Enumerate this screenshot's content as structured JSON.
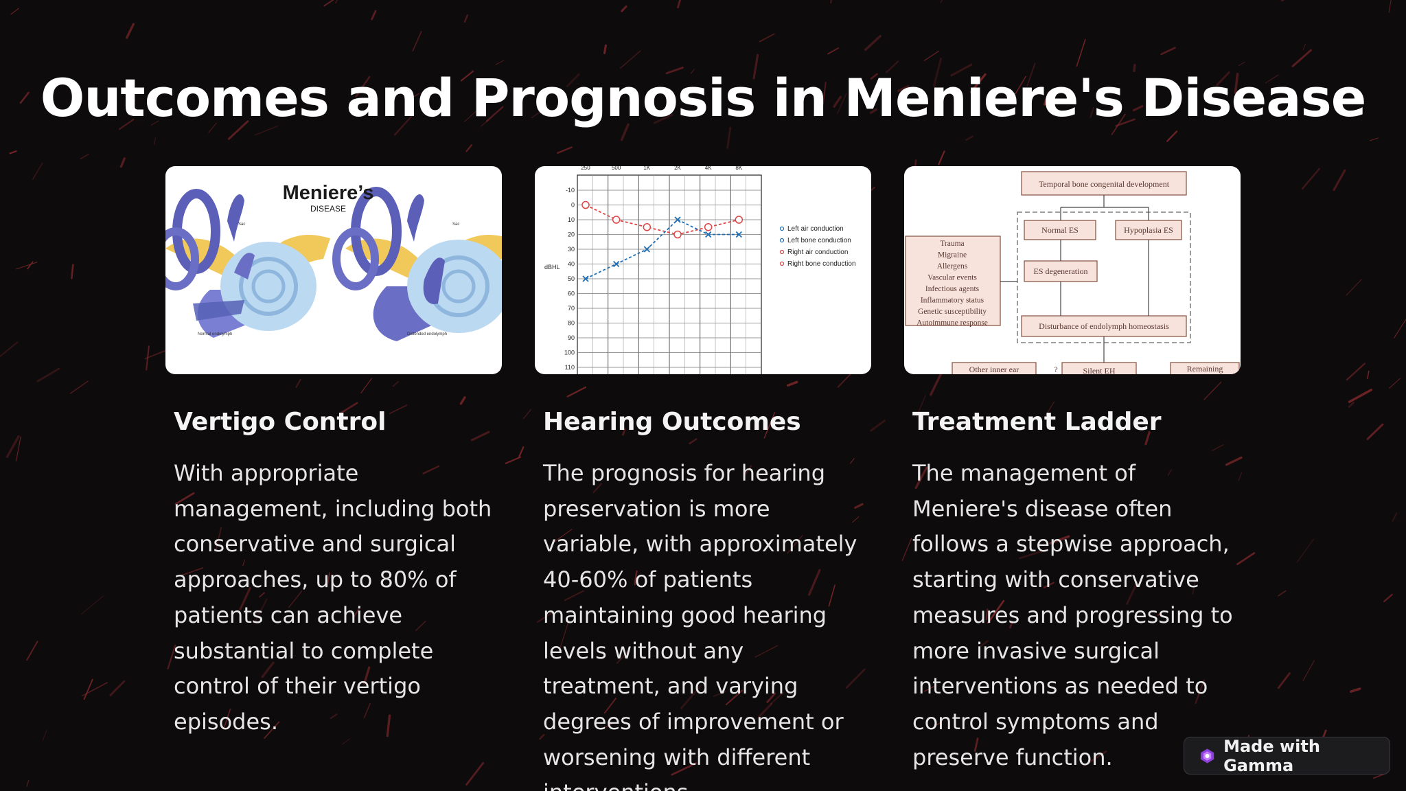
{
  "slide": {
    "title": "Outcomes and Prognosis in Meniere's Disease"
  },
  "columns": [
    {
      "heading": "Vertigo Control",
      "body": "With appropriate management, including both conservative and surgical approaches, up to 80% of patients can achieve substantial to complete control of their vertigo episodes.",
      "image": {
        "icon": "inner-ear-illustration",
        "title": "Meniere’s",
        "subtitle": "DISEASE",
        "label_sac_left": "Sac",
        "label_sac_right": "Sac",
        "label_normal": "Normal endolymph",
        "label_distended": "Distended endolymph"
      }
    },
    {
      "heading": "Hearing Outcomes",
      "body": "The prognosis for hearing preservation is more variable, with approximately 40-60% of patients maintaining good hearing levels without any treatment, and varying degrees of improvement or worsening with different interventions.",
      "image": {
        "icon": "audiogram-chart",
        "top_ticks": [
          "250",
          "500",
          "1K",
          "2K",
          "4K",
          "8K"
        ],
        "y_ticks": [
          "-10",
          "0",
          "10",
          "20",
          "30",
          "40",
          "50",
          "60",
          "70",
          "80",
          "90",
          "100",
          "110"
        ],
        "ylabel": "dBHL",
        "legend": [
          "Left air conduction",
          "Left bone conduction",
          "Right air conduction",
          "Right bone conduction"
        ]
      }
    },
    {
      "heading": "Treatment Ladder",
      "body": "The management of Meniere's disease often follows a stepwise approach, starting with conservative measures and progressing to more invasive surgical interventions as needed to control symptoms and preserve function.",
      "image": {
        "icon": "pathogenesis-flowchart",
        "box_top": "Temporal bone congenital development",
        "box_normal": "Normal ES",
        "box_hypoplasia": "Hypoplasia ES",
        "box_degeneration": "ES degeneration",
        "box_disturbance": "Disturbance of endolymph homeostasis",
        "factors": [
          "Trauma",
          "Migraine",
          "Allergens",
          "Vascular events",
          "Infectious agents",
          "Inflammatory status",
          "Genetic susceptibility",
          "Autoimmune response"
        ],
        "box_other": "Other inner ear",
        "box_question": "?",
        "box_silent": "Silent EH",
        "box_remaining": "Remaining"
      }
    }
  ],
  "badge": {
    "label": "Made with Gamma",
    "icon": "gamma-logo-icon"
  },
  "colors": {
    "background": "#0d0b0c",
    "accent_streaks": "#8a2a2e",
    "text": "#f2f2f2"
  }
}
